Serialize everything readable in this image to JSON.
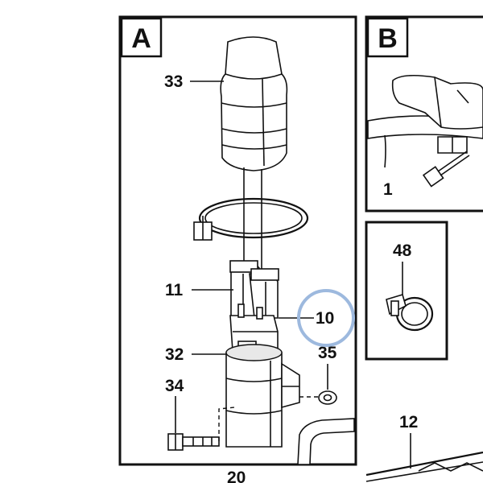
{
  "panels": {
    "a": {
      "letter": "A"
    },
    "b": {
      "letter": "B"
    }
  },
  "callouts": {
    "c33": "33",
    "c11": "11",
    "c10": "10",
    "c32": "32",
    "c35": "35",
    "c34": "34",
    "c20": "20",
    "c1": "1",
    "c48": "48",
    "c12": "12"
  },
  "highlight": {
    "target": "10",
    "color": "#9db9de"
  },
  "colors": {
    "line": "#111111",
    "background": "#ffffff"
  }
}
